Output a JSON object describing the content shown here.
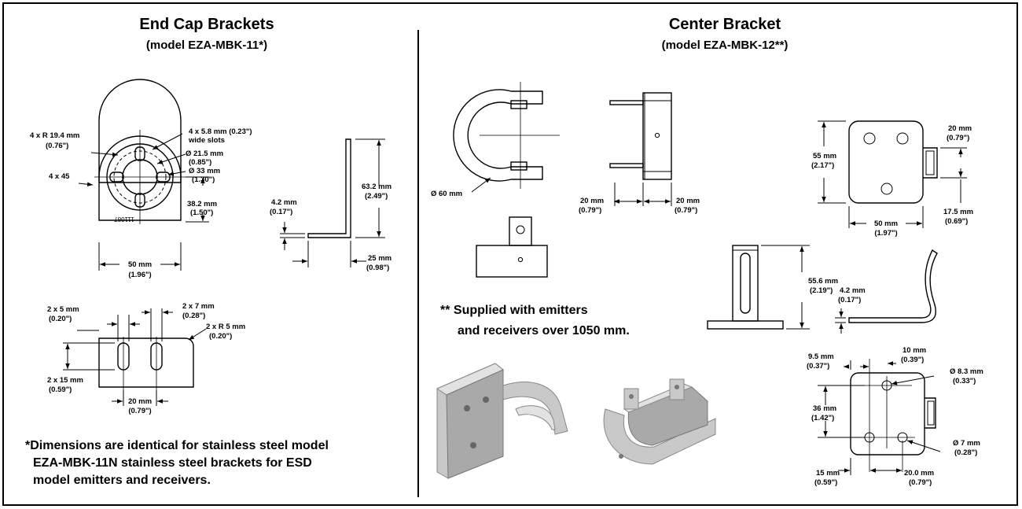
{
  "left": {
    "title": "End Cap Brackets",
    "model": "(model EZA-MBK-11*)",
    "dims": {
      "slots": [
        "4 x 5.8 mm (0.23\")",
        "wide slots"
      ],
      "radius": [
        "4 x R 19.4 mm",
        "(0.76\")"
      ],
      "d215": [
        "Ø 21.5 mm",
        "(0.85\")"
      ],
      "d33": [
        "Ø 33 mm",
        "(1.30\")"
      ],
      "angle": "4 x 45",
      "h382": [
        "38.2 mm",
        "(1.50\")"
      ],
      "w50": [
        "50 mm",
        "(1.96\")"
      ],
      "h632": [
        "63.2 mm",
        "(2.49\")"
      ],
      "t42": [
        "4.2 mm",
        "(0.17\")"
      ],
      "w25": [
        "25 mm",
        "(0.98\")"
      ],
      "s2x5": [
        "2 x 5 mm",
        "(0.20\")"
      ],
      "s2x7": [
        "2 x 7 mm",
        "(0.28\")"
      ],
      "r2x5": [
        "2 x R 5 mm",
        "(0.20\")"
      ],
      "s2x15": [
        "2 x 15 mm",
        "(0.59\")"
      ],
      "w20": [
        "20 mm",
        "(0.79\")"
      ]
    },
    "part_number": "111087",
    "note": [
      "*Dimensions are identical for stainless steel model",
      "EZA-MBK-11N stainless steel brackets for ESD",
      "model emitters and receivers."
    ]
  },
  "right": {
    "title": "Center Bracket",
    "model": "(model EZA-MBK-12**)",
    "dims": {
      "d60": "Ø 60 mm",
      "w20a": [
        "20 mm",
        "(0.79\")"
      ],
      "w20b": [
        "20 mm",
        "(0.79\")"
      ],
      "h55": [
        "55 mm",
        "(2.17\")"
      ],
      "w20c": [
        "20 mm",
        "(0.79\")"
      ],
      "w50": [
        "50 mm",
        "(1.97\")"
      ],
      "s175": [
        "17.5 mm",
        "(0.69\")"
      ],
      "h556": [
        "55.6 mm",
        "(2.19\")"
      ],
      "t42": [
        "4.2 mm",
        "(0.17\")"
      ],
      "s95": [
        "9.5 mm",
        "(0.37\")"
      ],
      "s10": [
        "10 mm",
        "(0.39\")"
      ],
      "d83": [
        "Ø 8.3 mm",
        "(0.33\")"
      ],
      "h36": [
        "36 mm",
        "(1.42\")"
      ],
      "d7": [
        "Ø 7 mm",
        "(0.28\")"
      ],
      "s15": [
        "15 mm",
        "(0.59\")"
      ],
      "s20": [
        "20.0 mm",
        "(0.79\")"
      ]
    },
    "note": [
      "** Supplied with emitters",
      "and receivers over 1050 mm."
    ]
  }
}
